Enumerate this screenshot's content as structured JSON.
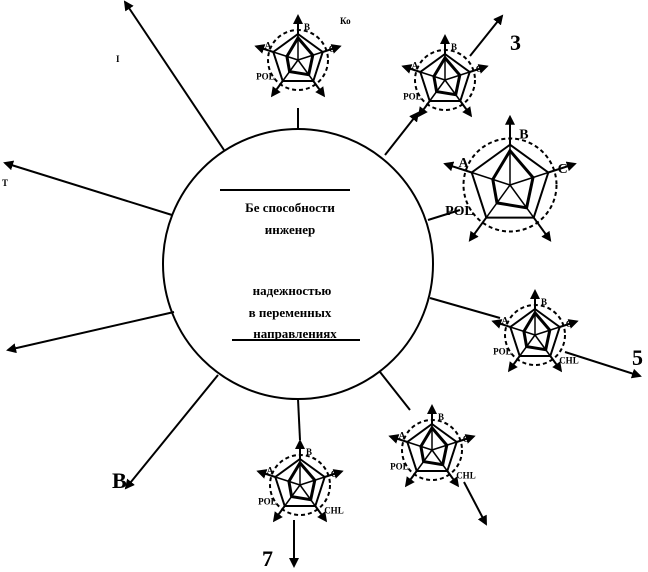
{
  "diagram": {
    "center_text": {
      "line1": "",
      "line2": "Бе способности",
      "line3": "инженер",
      "line4": "надежностью",
      "line5": "в переменных",
      "line6": "направлениях"
    },
    "numbers": {
      "n3": "3",
      "n5": "5",
      "n7": "7",
      "nB": "В"
    },
    "edge_fragments": {
      "top_left": "I",
      "left": "Т",
      "top_right_small": "Ко"
    },
    "axis_labels": {
      "a": "A",
      "b": "B",
      "c": "C",
      "pol": "POL",
      "chl": "CHL"
    }
  }
}
